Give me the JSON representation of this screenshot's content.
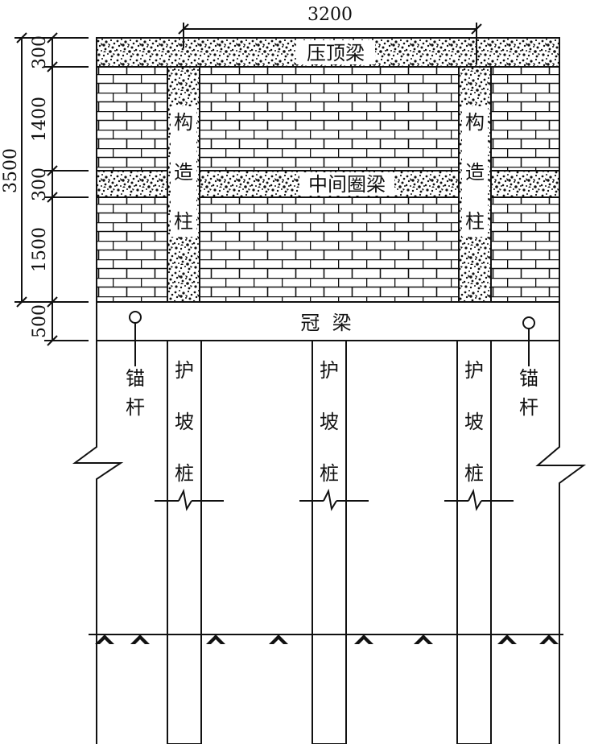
{
  "dimensions": {
    "top_width": "3200",
    "total_height": "3500",
    "segments": [
      "300",
      "1400",
      "300",
      "1500",
      "500"
    ]
  },
  "labels": {
    "top_beam": "压顶梁",
    "middle_ring_beam": "中间圈梁",
    "crown_beam": "冠  梁",
    "constructional_column": [
      "构",
      "造",
      "柱"
    ],
    "anchor": [
      "锚",
      "杆"
    ],
    "protection_pile": [
      "护",
      "坡",
      "桩"
    ]
  }
}
